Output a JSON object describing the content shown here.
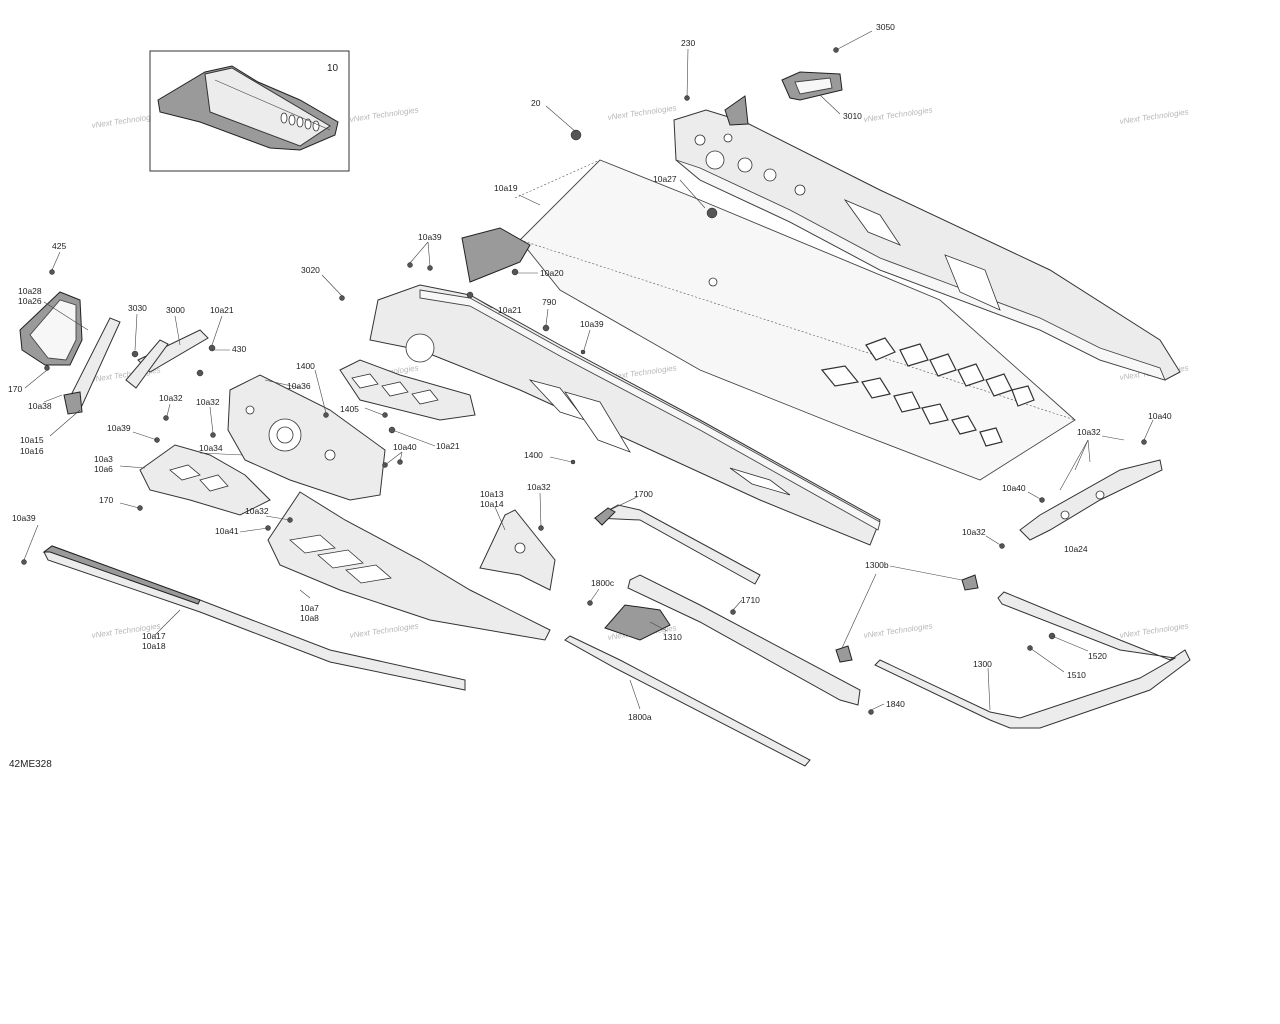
{
  "diagram_code": "42ME328",
  "inset_label": "10",
  "watermark": "vNext Technologies",
  "callouts": [
    {
      "id": "c3050",
      "text": "3050"
    },
    {
      "id": "c230",
      "text": "230"
    },
    {
      "id": "c3010",
      "text": "3010"
    },
    {
      "id": "c20",
      "text": "20"
    },
    {
      "id": "c10a27",
      "text": "10a27"
    },
    {
      "id": "c10a19",
      "text": "10a19"
    },
    {
      "id": "c10a39a",
      "text": "10a39"
    },
    {
      "id": "c10a20",
      "text": "10a20"
    },
    {
      "id": "c3020",
      "text": "3020"
    },
    {
      "id": "c10a21a",
      "text": "10a21"
    },
    {
      "id": "c790",
      "text": "790"
    },
    {
      "id": "c10a39b",
      "text": "10a39"
    },
    {
      "id": "c425",
      "text": "425"
    },
    {
      "id": "c10a28",
      "text": "10a28"
    },
    {
      "id": "c10a26",
      "text": "10a26"
    },
    {
      "id": "c3030",
      "text": "3030"
    },
    {
      "id": "c3000",
      "text": "3000"
    },
    {
      "id": "c10a21b",
      "text": "10a21"
    },
    {
      "id": "c430",
      "text": "430"
    },
    {
      "id": "c170a",
      "text": "170"
    },
    {
      "id": "c10a38",
      "text": "10a38"
    },
    {
      "id": "c1400a",
      "text": "1400"
    },
    {
      "id": "c10a36",
      "text": "10a36"
    },
    {
      "id": "c1405",
      "text": "1405"
    },
    {
      "id": "c10a32a",
      "text": "10a32"
    },
    {
      "id": "c10a32b",
      "text": "10a32"
    },
    {
      "id": "c10a15",
      "text": "10a15"
    },
    {
      "id": "c10a16",
      "text": "10a16"
    },
    {
      "id": "c10a39c",
      "text": "10a39"
    },
    {
      "id": "c10a34",
      "text": "10a34"
    },
    {
      "id": "c10a40a",
      "text": "10a40"
    },
    {
      "id": "c10a21c",
      "text": "10a21"
    },
    {
      "id": "c1400b",
      "text": "1400"
    },
    {
      "id": "c10a3",
      "text": "10a3"
    },
    {
      "id": "c10a6",
      "text": "10a6"
    },
    {
      "id": "c170b",
      "text": "170"
    },
    {
      "id": "c10a32c",
      "text": "10a32"
    },
    {
      "id": "c10a13",
      "text": "10a13"
    },
    {
      "id": "c10a14",
      "text": "10a14"
    },
    {
      "id": "c10a32d",
      "text": "10a32"
    },
    {
      "id": "c1700",
      "text": "1700"
    },
    {
      "id": "c10a40b",
      "text": "10a40"
    },
    {
      "id": "c10a32e",
      "text": "10a32"
    },
    {
      "id": "c10a40c",
      "text": "10a40"
    },
    {
      "id": "c10a39d",
      "text": "10a39"
    },
    {
      "id": "c10a41",
      "text": "10a41"
    },
    {
      "id": "c10a32f",
      "text": "10a32"
    },
    {
      "id": "c10a24",
      "text": "10a24"
    },
    {
      "id": "c1300b",
      "text": "1300b"
    },
    {
      "id": "c1800c",
      "text": "1800c"
    },
    {
      "id": "c1710",
      "text": "1710"
    },
    {
      "id": "c10a7",
      "text": "10a7"
    },
    {
      "id": "c10a8",
      "text": "10a8"
    },
    {
      "id": "c10a17",
      "text": "10a17"
    },
    {
      "id": "c10a18",
      "text": "10a18"
    },
    {
      "id": "c1310",
      "text": "1310"
    },
    {
      "id": "c1520",
      "text": "1520"
    },
    {
      "id": "c1300",
      "text": "1300"
    },
    {
      "id": "c1510",
      "text": "1510"
    },
    {
      "id": "c1840",
      "text": "1840"
    },
    {
      "id": "c1800a",
      "text": "1800a"
    }
  ]
}
